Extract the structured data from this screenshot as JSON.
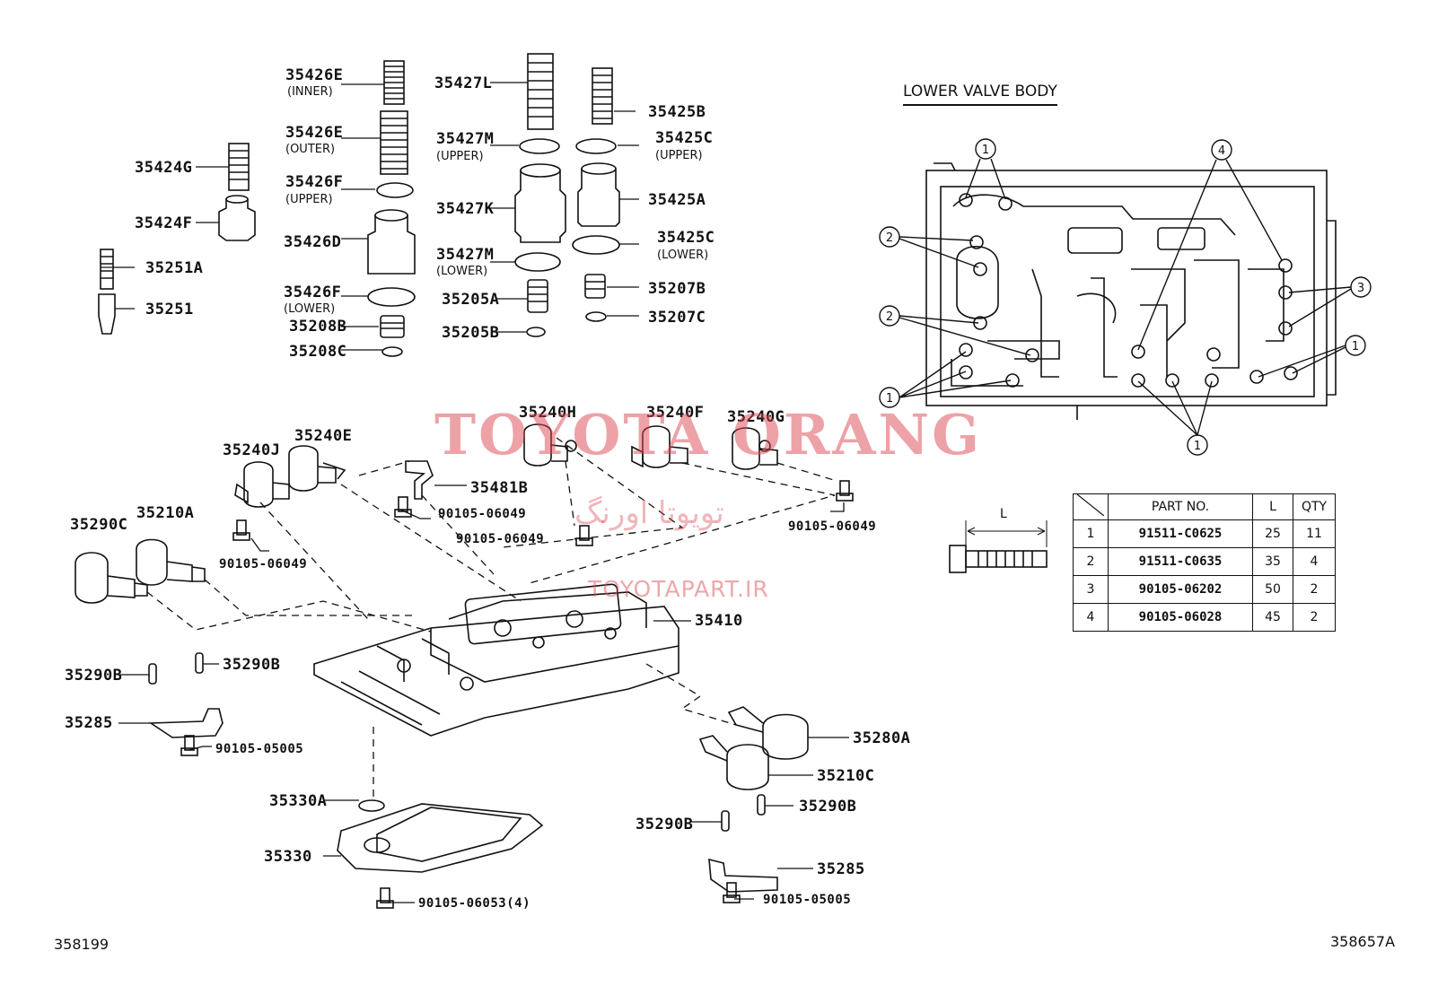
{
  "diagram": {
    "section_title": "LOWER VALVE BODY",
    "upper_parts": {
      "p35426E_inner": "35426E",
      "p35426E_inner_note": "(INNER)",
      "p35426E_outer": "35426E",
      "p35426E_outer_note": "(OUTER)",
      "p35426F_upper": "35426F",
      "p35426F_upper_note": "(UPPER)",
      "p35426D": "35426D",
      "p35426F_lower": "35426F",
      "p35426F_lower_note": "(LOWER)",
      "p35208B": "35208B",
      "p35208C": "35208C",
      "p35424G": "35424G",
      "p35424F": "35424F",
      "p35251A": "35251A",
      "p35251": "35251",
      "p35427L": "35427L",
      "p35427M_upper": "35427M",
      "p35427M_upper_note": "(UPPER)",
      "p35427K": "35427K",
      "p35427M_lower": "35427M",
      "p35427M_lower_note": "(LOWER)",
      "p35205A": "35205A",
      "p35205B": "35205B",
      "p35425B": "35425B",
      "p35425C_upper": "35425C",
      "p35425C_upper_note": "(UPPER)",
      "p35425A": "35425A",
      "p35425C_lower": "35425C",
      "p35425C_lower_note": "(LOWER)",
      "p35207B": "35207B",
      "p35207C": "35207C"
    },
    "lower_parts": {
      "p35240H": "35240H",
      "p35240F": "35240F",
      "p35240G": "35240G",
      "p35240E": "35240E",
      "p35240J": "35240J",
      "p35481B": "35481B",
      "bolt_a": "90105-06049",
      "bolt_b": "90105-06049",
      "bolt_c": "90105-06049",
      "bolt_d": "90105-06049",
      "p35290C": "35290C",
      "p35210A": "35210A",
      "p35410": "35410",
      "p35290B_a": "35290B",
      "p35290B_b": "35290B",
      "p35285_a": "35285",
      "bolt_e": "90105-05005",
      "p35280A": "35280A",
      "p35210C": "35210C",
      "p35290B_c": "35290B",
      "p35290B_d": "35290B",
      "p35330A": "35330A",
      "p35330": "35330",
      "bolt_f": "90105-06053(4)",
      "p35285_b": "35285",
      "bolt_g": "90105-05005"
    },
    "callouts": [
      "1",
      "2",
      "3",
      "4"
    ],
    "bolt_dim_label": "L",
    "watermark": {
      "brand": "TOYOTA ORANG",
      "persian": "تویوتا اورنگ",
      "site": "TOYOTAPART.IR"
    },
    "footer": {
      "left_code": "358199",
      "right_code": "358657A"
    }
  },
  "bolt_table": {
    "headers": [
      "PART NO.",
      "L",
      "QTY"
    ],
    "rows": [
      {
        "no": "1",
        "part": "91511-C0625",
        "l": "25",
        "qty": "11"
      },
      {
        "no": "2",
        "part": "91511-C0635",
        "l": "35",
        "qty": "4"
      },
      {
        "no": "3",
        "part": "90105-06202",
        "l": "50",
        "qty": "2"
      },
      {
        "no": "4",
        "part": "90105-06028",
        "l": "45",
        "qty": "2"
      }
    ]
  }
}
